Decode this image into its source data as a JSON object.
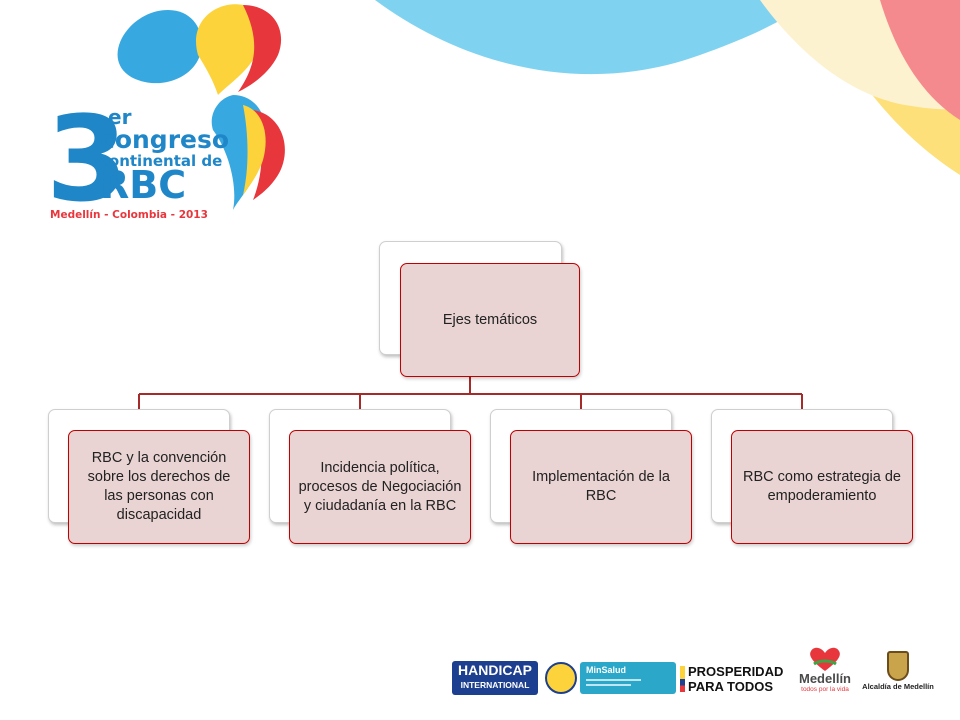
{
  "logo": {
    "numeral": "3",
    "superscript": "er",
    "line1": "congreso",
    "line2": "continental de",
    "line3": "RBC",
    "tagline": "Medellín - Colombia - 2013"
  },
  "diagram": {
    "root": "Ejes temáticos",
    "children": [
      "RBC y la convención sobre los derechos de las personas con discapacidad",
      "Incidencia política, procesos de Negociación y ciudadanía en la RBC",
      "Implementación de la RBC",
      "RBC como estrategia de empoderamiento"
    ]
  },
  "sponsors": {
    "handicap_line1": "HANDICAP",
    "handicap_line2": "INTERNATIONAL",
    "minsalud": "MinSalud",
    "prosperidad_line1": "PROSPERIDAD",
    "prosperidad_line2": "PARA TODOS",
    "medellin": "Medellín",
    "medellin_sub": "todos por la vida",
    "alcaldia": "Alcaldía de Medellín"
  },
  "colors": {
    "connector": "#a52a2a",
    "box_fill": "#ead3d3",
    "box_border": "#c00000",
    "logo_blue": "#1f86c8",
    "logo_red": "#e8363d",
    "logo_yellow": "#fcd33a"
  }
}
